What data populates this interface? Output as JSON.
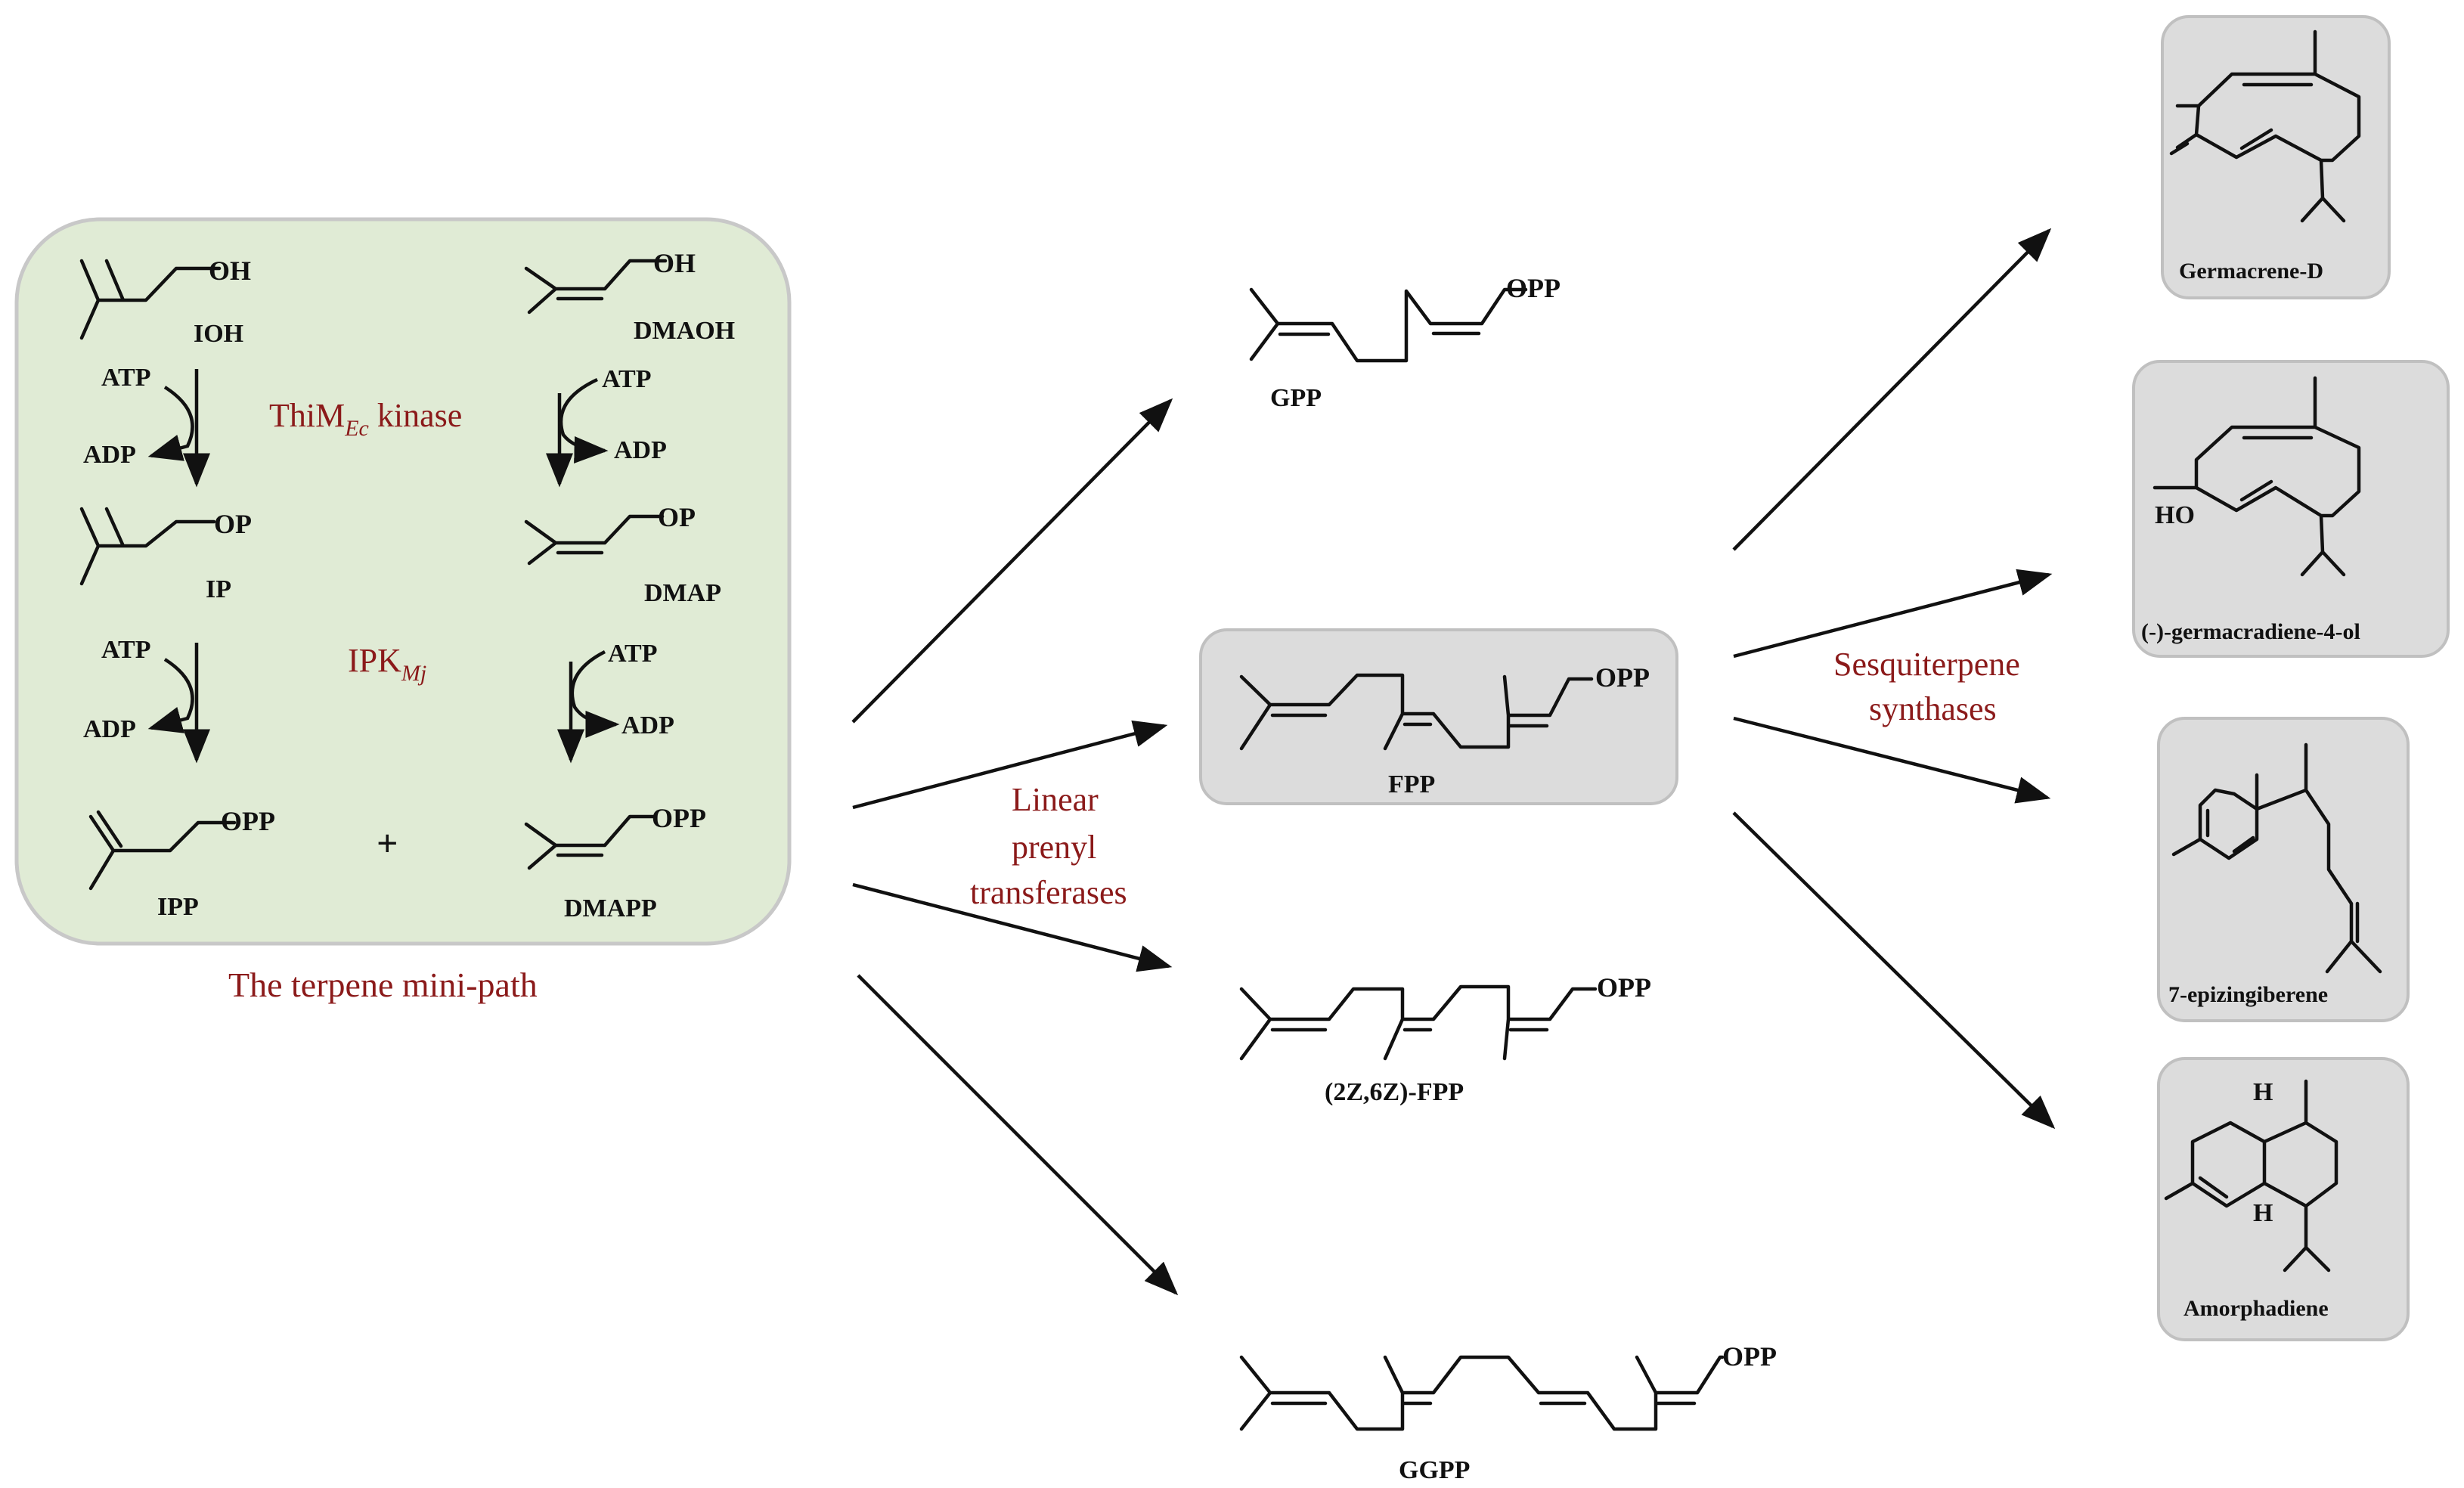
{
  "minipath": {
    "title": "The terpene mini-path",
    "kinase1_main": "ThiM",
    "kinase1_sub": "Ec",
    "kinase1_tail": " kinase",
    "kinase2_main": "IPK",
    "kinase2_sub": "Mj",
    "ioh": "IOH",
    "dmaoh": "DMAOH",
    "ip": "IP",
    "dmap": "DMAP",
    "ipp": "IPP",
    "dmapp": "DMAPP",
    "oh": "OH",
    "op": "OP",
    "opp": "OPP",
    "atp": "ATP",
    "adp": "ADP",
    "plus": "+"
  },
  "middle": {
    "gpp": "GPP",
    "fpp": "FPP",
    "zfpp": "(2Z,6Z)-FPP",
    "ggpp": "GGPP",
    "opp": "OPP",
    "enzyme_line1": "Linear",
    "enzyme_line2": "prenyl",
    "enzyme_line3": "transferases"
  },
  "right": {
    "enzyme_line1": "Sesquiterpene",
    "enzyme_line2": "synthases",
    "ho": "HO",
    "h": "H",
    "products": [
      "Germacrene-D",
      "(-)-germacradiene-4-ol",
      "7-epizingiberene",
      "Amorphadiene"
    ]
  }
}
